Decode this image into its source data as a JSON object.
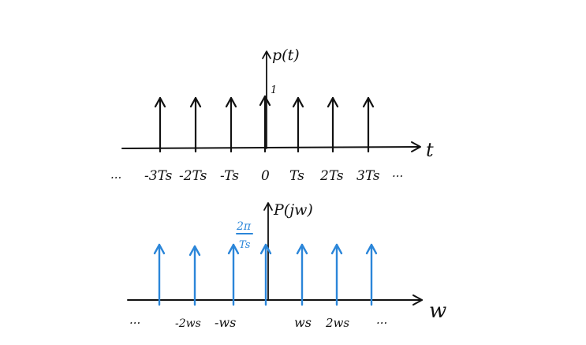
{
  "top_plot": {
    "function_label": "p(t)",
    "axis_label": "t",
    "impulse_height_label": "1",
    "ink_color": "#111111",
    "tick_labels": [
      "-3Ts",
      "-2Ts",
      "-Ts",
      "0",
      "Ts",
      "2Ts",
      "3Ts"
    ],
    "left_ellipsis": "...",
    "right_ellipsis": "..."
  },
  "bottom_plot": {
    "function_label": "P(jw)",
    "axis_label": "w",
    "impulse_weight_numerator": "2π",
    "impulse_weight_denominator": "Ts",
    "axis_color": "#111111",
    "impulse_color": "#2b86d9",
    "tick_labels": [
      "-2ws",
      "-ws",
      "ws",
      "2ws"
    ],
    "left_ellipsis": "...",
    "right_ellipsis": "..."
  }
}
